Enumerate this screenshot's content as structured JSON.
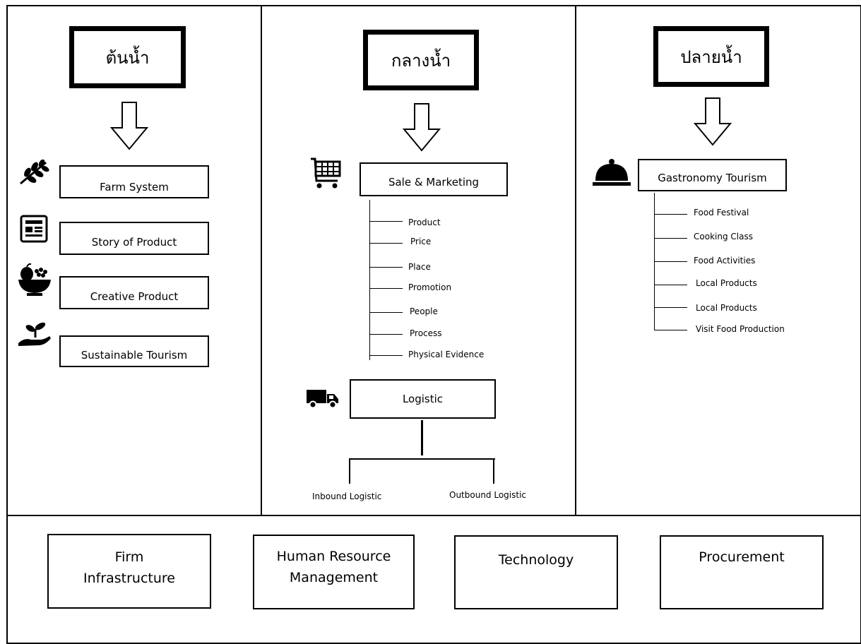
{
  "upstream": {
    "header": "ต้นน้ำ",
    "items": [
      {
        "label": "Farm System",
        "icon": "leaf-branch-icon"
      },
      {
        "label": "Story of Product",
        "icon": "newspaper-icon"
      },
      {
        "label": "Creative Product",
        "icon": "fruit-basket-icon"
      },
      {
        "label": "Sustainable Tourism",
        "icon": "hand-sprout-icon"
      }
    ]
  },
  "midstream": {
    "header": "กลางน้ำ",
    "sales_box": "Sale & Marketing",
    "sales_icon": "shopping-cart-icon",
    "marketing_mix": [
      "Product",
      "Price",
      "Place",
      "Promotion",
      "People",
      "Process",
      "Physical Evidence"
    ],
    "logistic_box": "Logistic",
    "logistic_icon": "delivery-truck-icon",
    "logistic_branches": [
      "Inbound Logistic",
      "Outbound Logistic"
    ]
  },
  "downstream": {
    "header": "ปลายน้ำ",
    "gastro_box": "Gastronomy Tourism",
    "gastro_icon": "food-cloche-icon",
    "activities": [
      "Food Festival",
      "Cooking Class",
      "Food Activities",
      "Local Products",
      "Local Products",
      "Visit Food Production"
    ]
  },
  "support": {
    "firm_infrastructure": [
      "Firm",
      "Infrastructure"
    ],
    "human_resource": [
      "Human Resource",
      "Management"
    ],
    "technology": "Technology",
    "procurement": "Procurement"
  }
}
